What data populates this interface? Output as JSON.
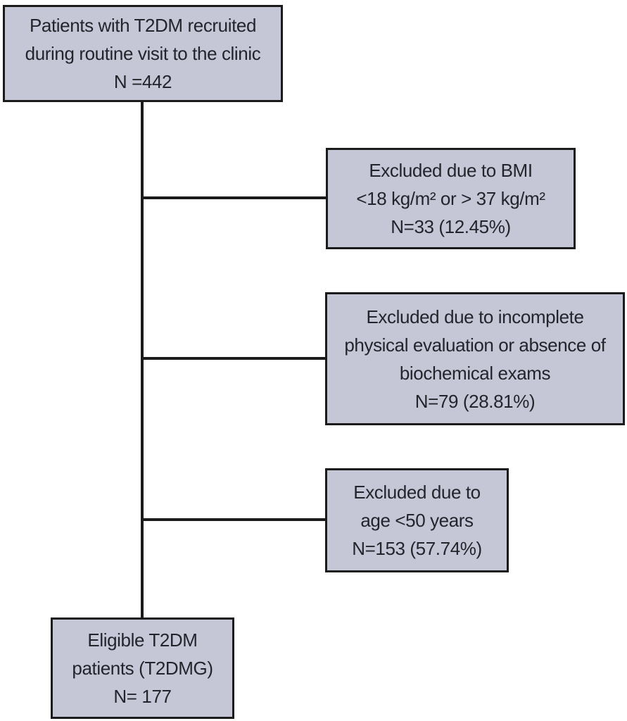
{
  "figure": {
    "type": "flowchart",
    "colors": {
      "box_fill": "#c5c7d6",
      "box_border": "#1b1b1b",
      "connector": "#1b1b1b",
      "text": "#24242c",
      "background": "#ffffff"
    }
  },
  "boxes": {
    "recruited": {
      "lines": [
        "Patients with T2DM recruited",
        "during routine visit to the clinic",
        "N =442"
      ]
    },
    "excluded_bmi": {
      "lines": [
        "Excluded due to BMI",
        "<18 kg/m² or > 37 kg/m²",
        "N=33 (12.45%)"
      ]
    },
    "excluded_exams": {
      "lines": [
        "Excluded due to incomplete",
        "physical evaluation or absence of",
        "biochemical exams",
        "N=79 (28.81%)"
      ]
    },
    "excluded_age": {
      "lines": [
        "Excluded due to",
        "age <50 years",
        "N=153 (57.74%)"
      ]
    },
    "eligible": {
      "lines": [
        "Eligible T2DM",
        "patients (T2DMG)",
        "N= 177"
      ]
    }
  }
}
